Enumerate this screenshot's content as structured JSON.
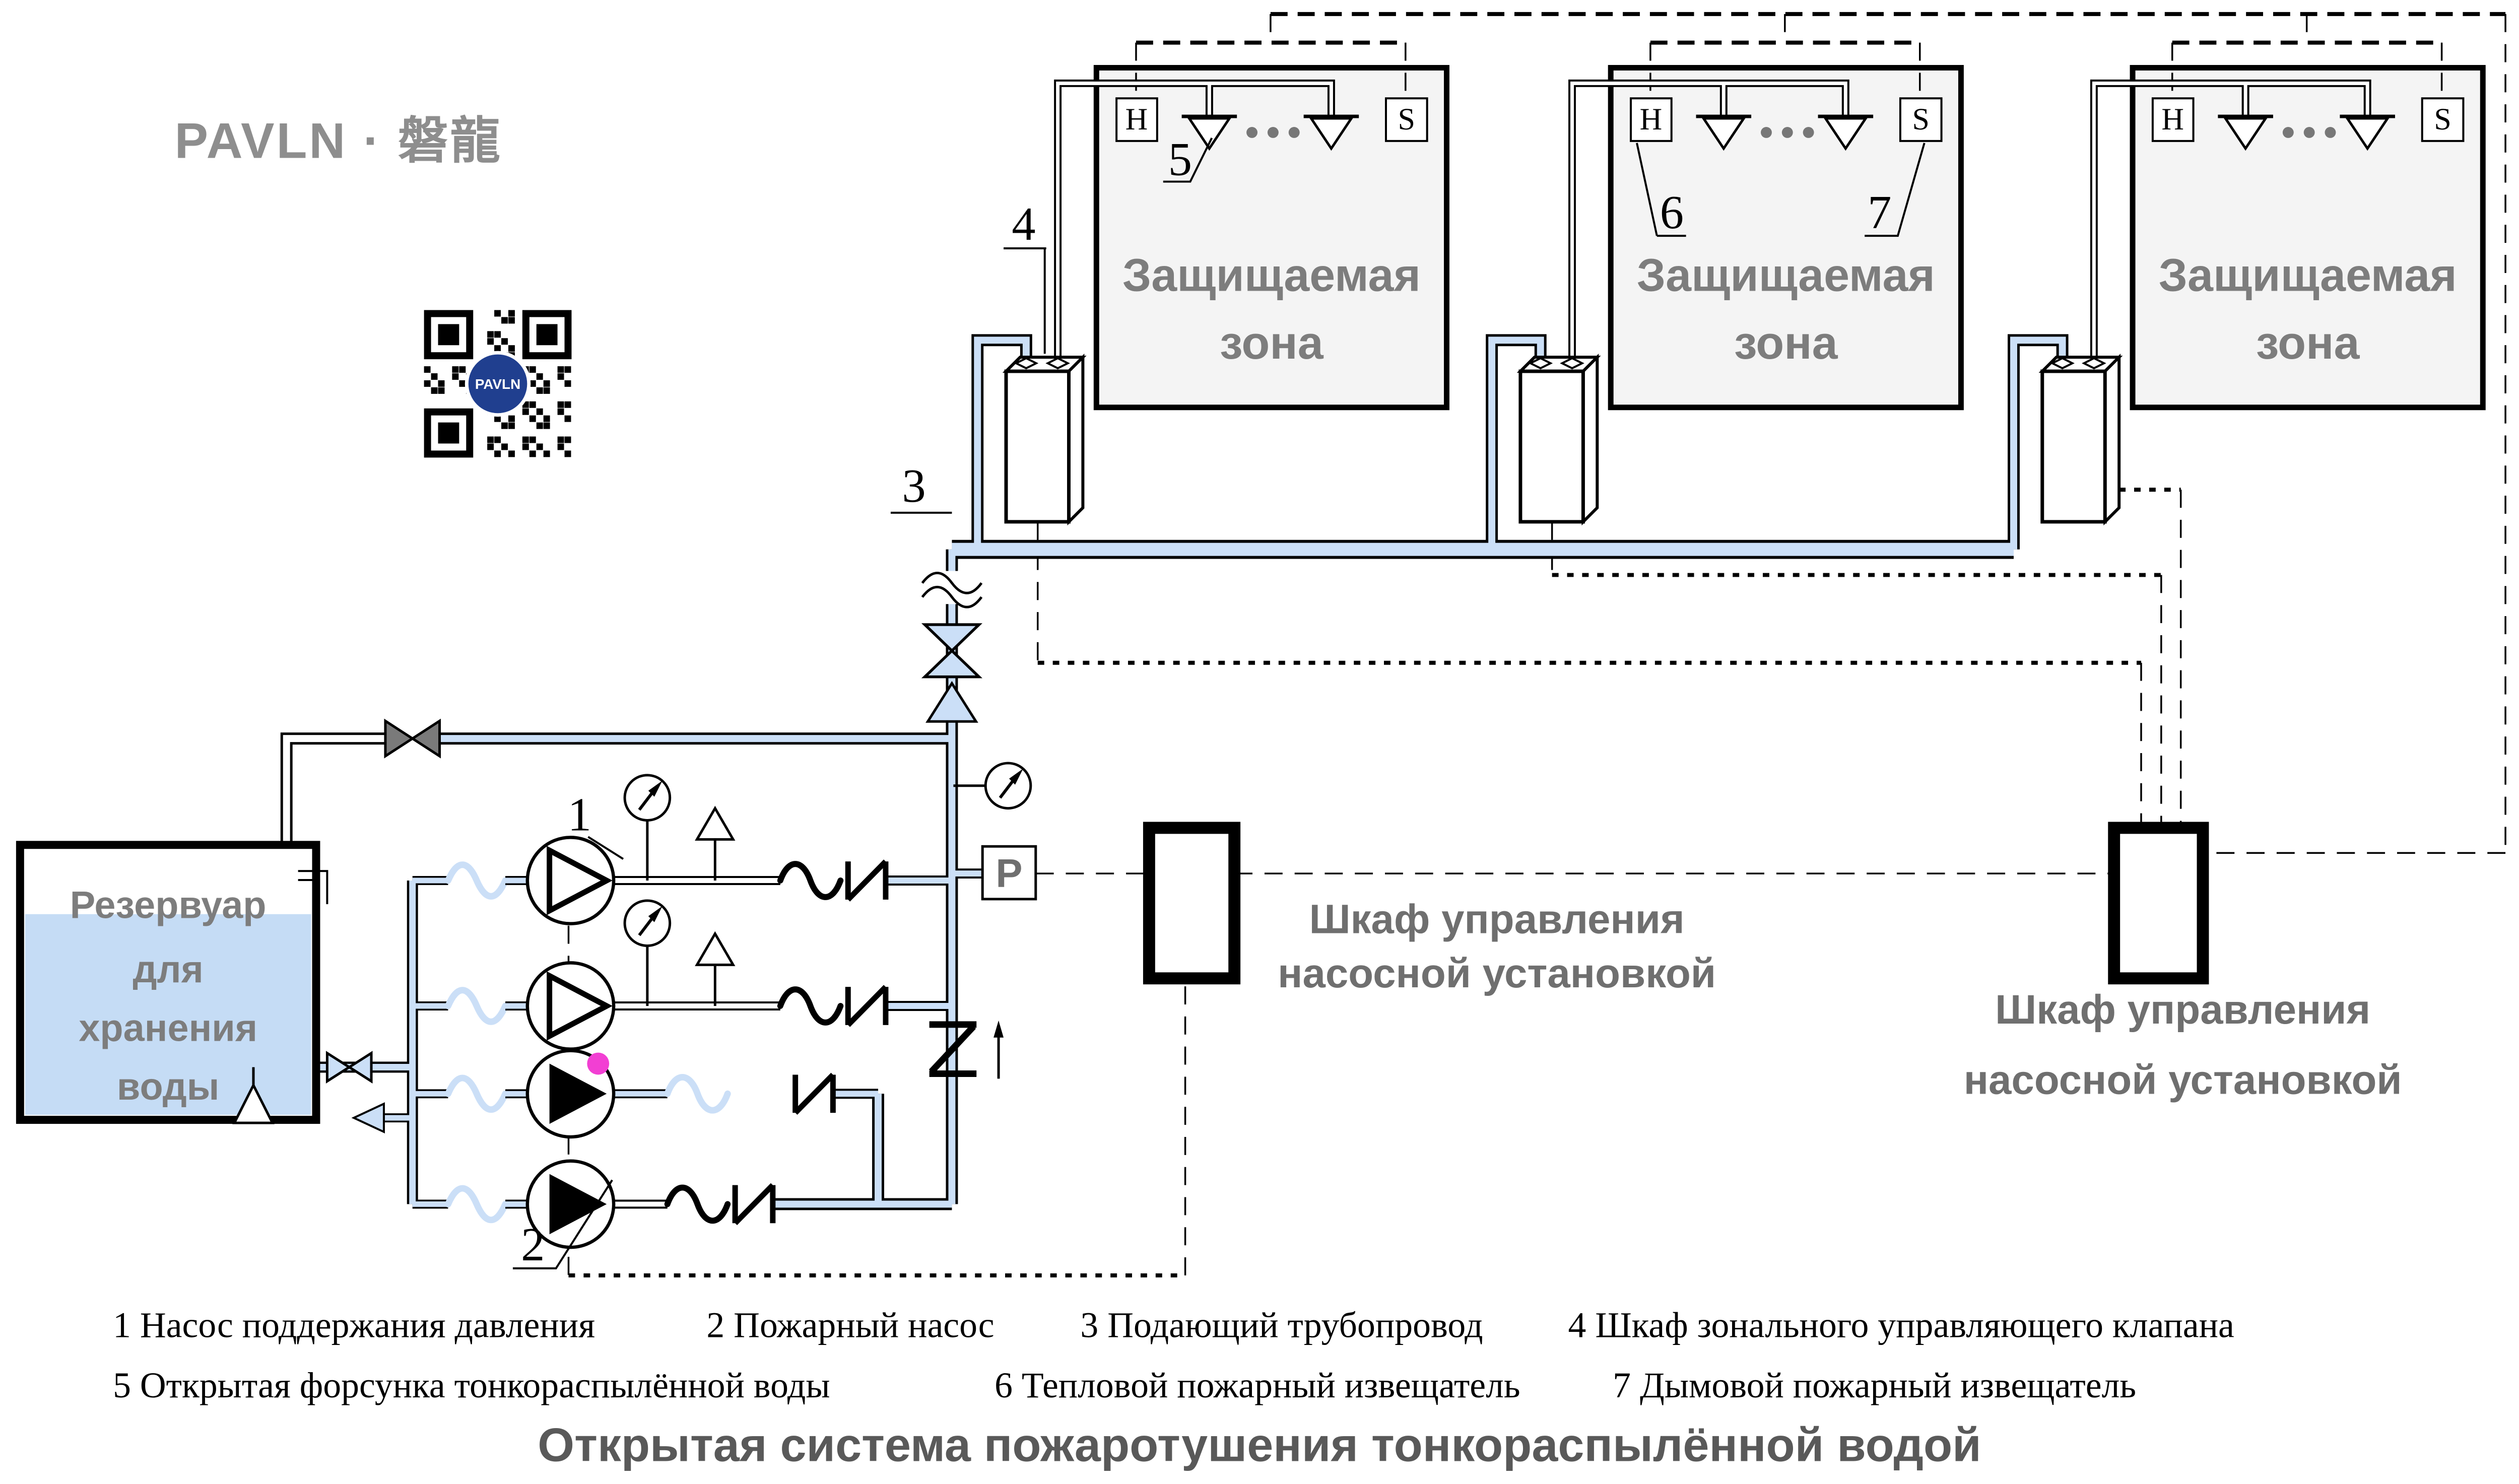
{
  "logo": {
    "text": "PAVLN · 磐龍"
  },
  "qr": {
    "center_label": "PAVLN"
  },
  "zones": {
    "caption_line1": "Защищаемая",
    "caption_line2": "зона",
    "heat_detector_letter": "H",
    "smoke_detector_letter": "S",
    "count": 3
  },
  "callouts": {
    "n1": "1",
    "n2": "2",
    "n3": "3",
    "n4": "4",
    "n5": "5",
    "n6": "6",
    "n7": "7"
  },
  "pressure_switch": {
    "letter": "P"
  },
  "cabinets": {
    "caption_line1": "Шкаф управления",
    "caption_line2": "насосной установкой"
  },
  "reservoir": {
    "line1": "Резервуар",
    "line2": "для",
    "line3": "хранения",
    "line4": "воды"
  },
  "legend": {
    "line1": [
      "1 Насос поддержания давления",
      "2 Пожарный насос",
      "3 Подающий трубопровод",
      "4 Шкаф зонального управляющего клапана"
    ],
    "line2": [
      "5 Открытая форсунка тонкораспылённой воды",
      "6 Тепловой пожарный извещатель",
      "7 Дымовой пожарный извещатель"
    ]
  },
  "title": "Открытая система пожаротушения тонкораспылённой водой",
  "colors": {
    "pipe_blue": "#cbdff7",
    "water_blue": "#c5dcf5",
    "zone_fill": "#f4f4f4",
    "gray_text": "#7d7d7d",
    "magenta_indicator": "#f23fd3",
    "valve_gray": "#7a7a7a",
    "qr_logo_blue": "#203f8f"
  }
}
